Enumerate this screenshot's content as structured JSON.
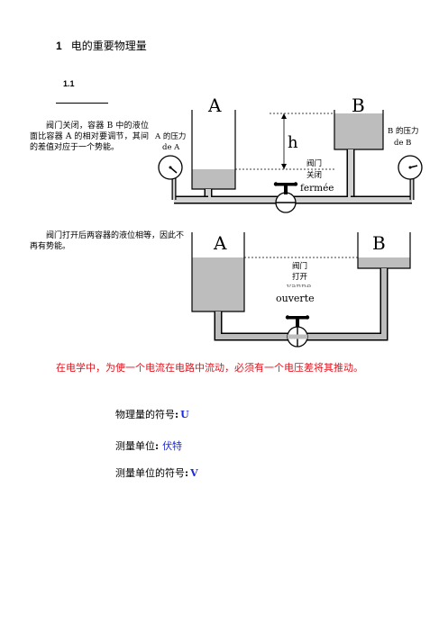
{
  "heading": {
    "number": "1",
    "title": "电的重要物理量"
  },
  "subheading": "1.1",
  "para_closed": "阀门关闭，容器 B 中的液位面比容器 A 的相对要调节，其间的差值对应于一个势能。",
  "para_open": "阀门打开后两容器的液位相等，因此不再有势能。",
  "diagram_closed": {
    "label_a": "A",
    "label_b": "B",
    "label_h": "h",
    "pressure_a_cn": "A 的压力",
    "pressure_a_fr": "de A",
    "pressure_b_cn": "B 的压力",
    "pressure_b_fr": "de B",
    "valve_cn_1": "阀门",
    "valve_cn_2": "关闭",
    "valve_fr": "fermée"
  },
  "diagram_open": {
    "label_a": "A",
    "label_b": "B",
    "valve_cn_1": "阀门",
    "valve_cn_2": "打开",
    "valve_fr_hidden": "vanne",
    "valve_fr": "ouverte"
  },
  "red_statement": "在电学中，为使一个电流在电路中流动，必须有一个电压差将其推动。",
  "info": {
    "symbol_label": "物理量的符号",
    "symbol_value": "U",
    "unit_label": "测量单位",
    "unit_value": "伏特",
    "unit_symbol_label": "测量单位的符号",
    "unit_symbol_value": "V"
  },
  "colors": {
    "liquid": "#bdbdbd",
    "pipe": "#d2d2d2",
    "red": "#e0141e",
    "blue": "#1f2bd8"
  }
}
